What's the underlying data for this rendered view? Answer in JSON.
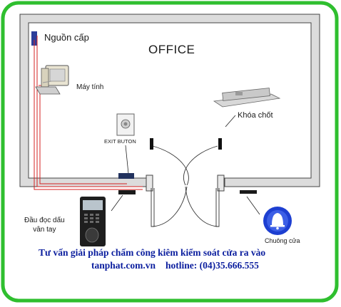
{
  "room_title": "OFFICE",
  "labels": {
    "power": "Nguồn cấp",
    "computer": "Máy tính",
    "lock": "Khóa chốt",
    "exit": "EXIT BUTON",
    "reader_line1": "Đầu đọc dấu",
    "reader_line2": "vân tay",
    "bell": "Chuông cửa"
  },
  "caption": {
    "line1": "Tư vấn giải pháp chấm công kiêm kiểm soát cửa ra vào",
    "site": "tanphat.com.vn",
    "hotline": "hotline: (04)35.666.555"
  },
  "colors": {
    "frame": "#2fbf2f",
    "wall": "#dcdcdc",
    "wire": "#d42020",
    "caption": "#0b1e9e",
    "bell": "#1d3fd1"
  }
}
